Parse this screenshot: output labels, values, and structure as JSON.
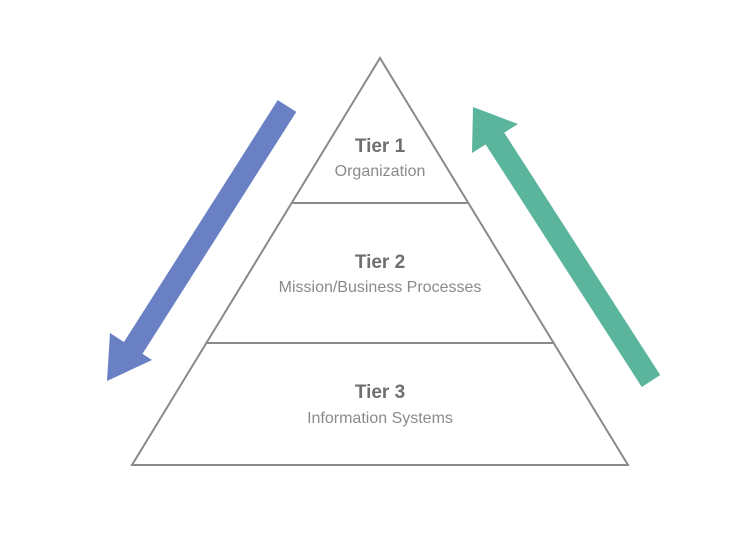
{
  "tiers": [
    {
      "title": "Tier 1",
      "subtitle": "Organization"
    },
    {
      "title": "Tier 2",
      "subtitle": "Mission/Business Processes"
    },
    {
      "title": "Tier 3",
      "subtitle": "Information Systems"
    }
  ],
  "arrows": {
    "down": {
      "direction": "down-left",
      "color": "#6a80c4"
    },
    "up": {
      "direction": "up-left",
      "color": "#5bb49c"
    }
  },
  "colors": {
    "pyramid_stroke": "#8a8a8a",
    "background": "#ffffff"
  }
}
